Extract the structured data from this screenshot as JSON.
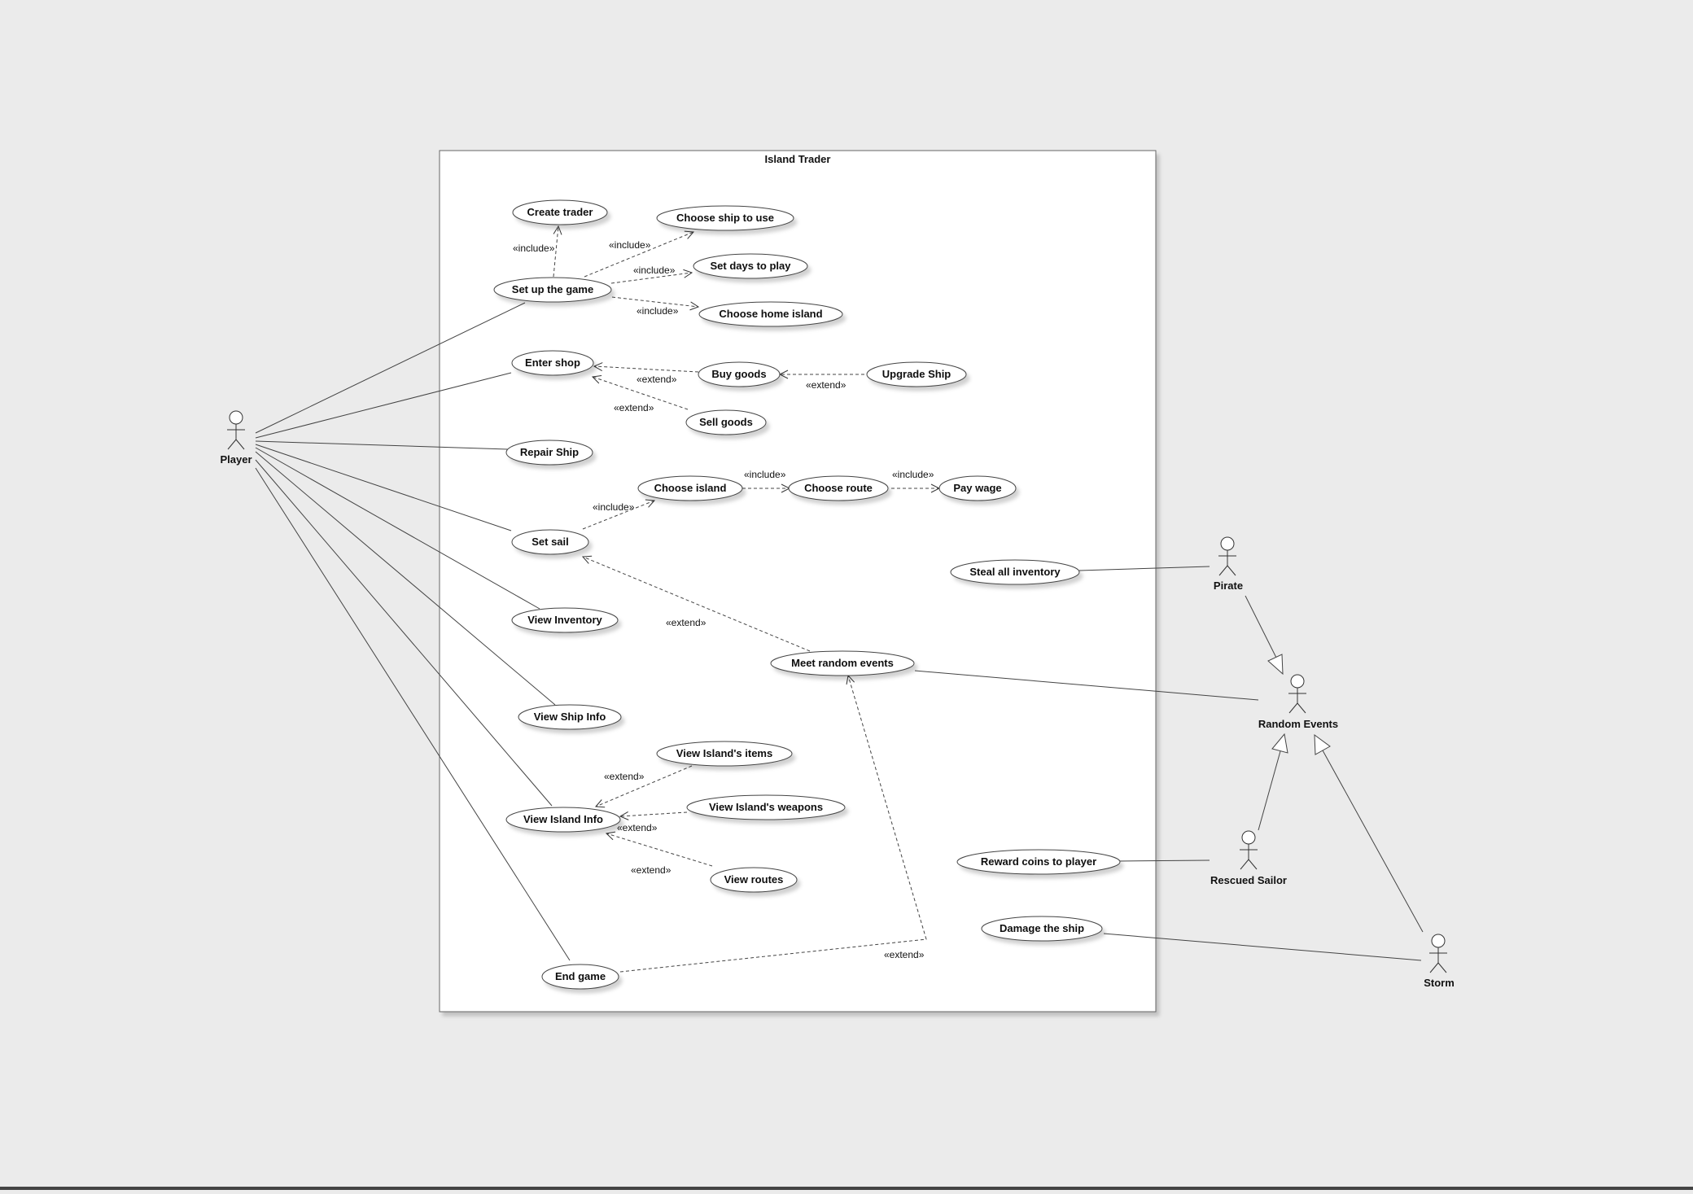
{
  "system": {
    "title": "Island Trader"
  },
  "actors": {
    "player": "Player",
    "pirate": "Pirate",
    "random_events": "Random Events",
    "rescued_sailor": "Rescued Sailor",
    "storm": "Storm"
  },
  "use_cases": {
    "create_trader": "Create trader",
    "choose_ship": "Choose ship to use",
    "set_days": "Set days to play",
    "set_up_game": "Set up the game",
    "choose_home": "Choose home island",
    "enter_shop": "Enter shop",
    "buy_goods": "Buy goods",
    "upgrade_ship": "Upgrade Ship",
    "sell_goods": "Sell goods",
    "repair_ship": "Repair Ship",
    "choose_island": "Choose island",
    "choose_route": "Choose route",
    "pay_wage": "Pay wage",
    "set_sail": "Set sail",
    "steal_inventory": "Steal all inventory",
    "view_inventory": "View Inventory",
    "meet_events": "Meet random events",
    "view_ship_info": "View Ship Info",
    "view_island_items": "View Island's items",
    "view_island_weapons": "View Island's weapons",
    "view_island_info": "View Island Info",
    "view_routes": "View routes",
    "reward_coins": "Reward coins to player",
    "damage_ship": "Damage the ship",
    "end_game": "End game"
  },
  "stereotypes": {
    "include": "«include»",
    "extend": "«extend»"
  }
}
